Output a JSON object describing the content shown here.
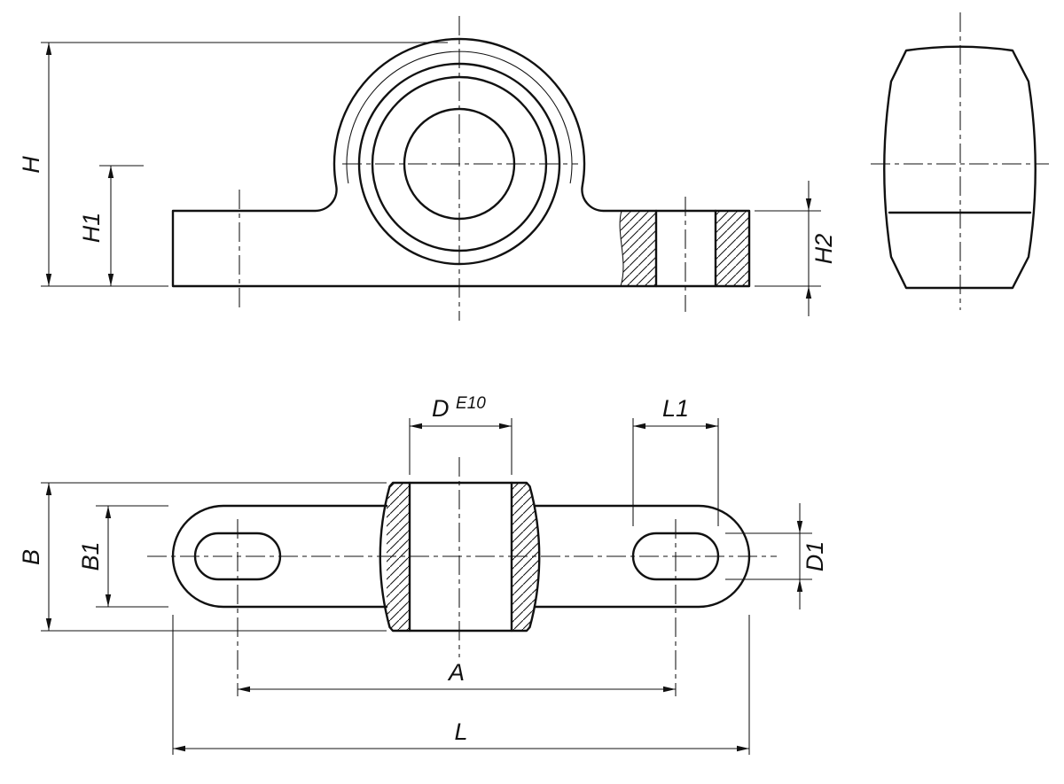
{
  "drawing": {
    "title": "pillow-block-bearing-technical-drawing",
    "background_color": "#ffffff",
    "line_color": "#111111",
    "labels": {
      "h": "H",
      "h1": "H1",
      "h2": "H2",
      "b": "B",
      "b1": "B1",
      "d": "D",
      "d_tol": "E10",
      "l1": "L1",
      "d1": "D1",
      "a": "A",
      "l": "L"
    }
  }
}
